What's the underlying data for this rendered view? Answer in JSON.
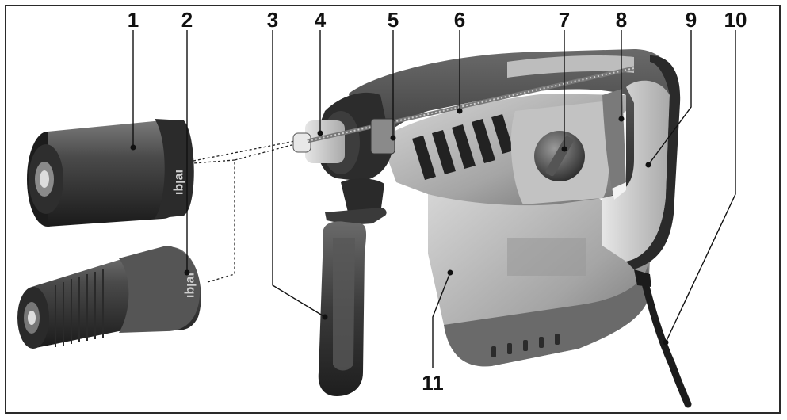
{
  "callouts": [
    {
      "id": "1",
      "label": "1"
    },
    {
      "id": "2",
      "label": "2"
    },
    {
      "id": "3",
      "label": "3"
    },
    {
      "id": "4",
      "label": "4"
    },
    {
      "id": "5",
      "label": "5"
    },
    {
      "id": "6",
      "label": "6"
    },
    {
      "id": "7",
      "label": "7"
    },
    {
      "id": "8",
      "label": "8"
    },
    {
      "id": "9",
      "label": "9"
    },
    {
      "id": "10",
      "label": "10"
    },
    {
      "id": "11",
      "label": "11"
    }
  ],
  "chuck_text": {
    "upper": "ıɐlqı",
    "lower": "ıɐlqı"
  },
  "colors": {
    "frame": "#2a2a2a",
    "housing_dark": "#3a3a3a",
    "housing_mid": "#8a8a8a",
    "housing_light": "#c9c9c9",
    "label_text": "#111111"
  }
}
